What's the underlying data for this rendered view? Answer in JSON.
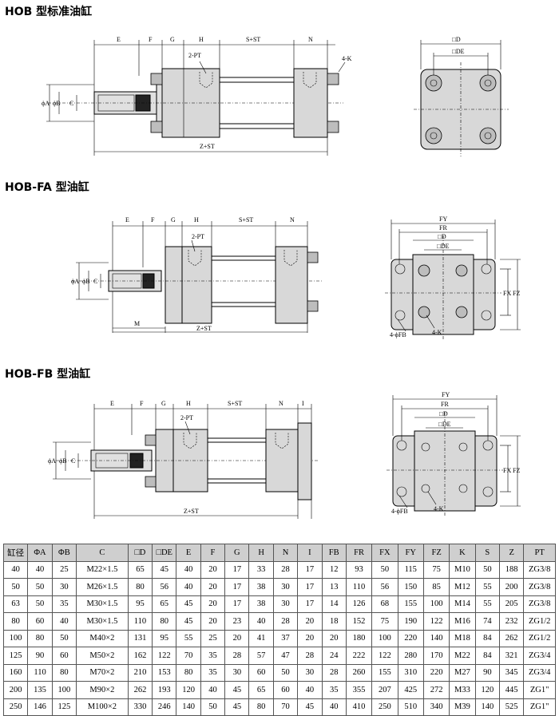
{
  "sections": [
    {
      "title": "HOB 型标准油缸",
      "side_labels": [
        "E",
        "F",
        "G",
        "H",
        "S+ST",
        "N",
        "2-PT",
        "4-K",
        "ϕA",
        "ϕB",
        "C",
        "Z+ST"
      ],
      "end_labels": [
        "□D",
        "□DE"
      ]
    },
    {
      "title": "HOB-FA 型油缸",
      "side_labels": [
        "E",
        "F",
        "G",
        "H",
        "S+ST",
        "N",
        "2-PT",
        "ϕA",
        "ϕB",
        "C",
        "M",
        "Z+ST"
      ],
      "end_labels": [
        "FY",
        "FR",
        "□D",
        "□DE",
        "FX",
        "FZ",
        "4-ϕFB",
        "4-K"
      ]
    },
    {
      "title": "HOB-FB 型油缸",
      "side_labels": [
        "E",
        "F",
        "G",
        "H",
        "S+ST",
        "N",
        "I",
        "2-PT",
        "ϕA",
        "ϕB",
        "C",
        "Z+ST"
      ],
      "end_labels": [
        "FY",
        "FR",
        "□D",
        "□DE",
        "FX",
        "FZ",
        "4-ϕFB",
        "4-K"
      ]
    }
  ],
  "table": {
    "headers": [
      "缸径",
      "ΦA",
      "ΦB",
      "C",
      "□D",
      "□DE",
      "E",
      "F",
      "G",
      "H",
      "N",
      "I",
      "FB",
      "FR",
      "FX",
      "FY",
      "FZ",
      "K",
      "S",
      "Z",
      "PT"
    ],
    "rows": [
      [
        "40",
        "40",
        "25",
        "M22×1.5",
        "65",
        "45",
        "40",
        "20",
        "17",
        "33",
        "28",
        "17",
        "12",
        "93",
        "50",
        "115",
        "75",
        "M10",
        "50",
        "188",
        "ZG3/8"
      ],
      [
        "50",
        "50",
        "30",
        "M26×1.5",
        "80",
        "56",
        "40",
        "20",
        "17",
        "38",
        "30",
        "17",
        "13",
        "110",
        "56",
        "150",
        "85",
        "M12",
        "55",
        "200",
        "ZG3/8"
      ],
      [
        "63",
        "50",
        "35",
        "M30×1.5",
        "95",
        "65",
        "45",
        "20",
        "17",
        "38",
        "30",
        "17",
        "14",
        "126",
        "68",
        "155",
        "100",
        "M14",
        "55",
        "205",
        "ZG3/8"
      ],
      [
        "80",
        "60",
        "40",
        "M30×1.5",
        "110",
        "80",
        "45",
        "20",
        "23",
        "40",
        "28",
        "20",
        "18",
        "152",
        "75",
        "190",
        "122",
        "M16",
        "74",
        "232",
        "ZG1/2"
      ],
      [
        "100",
        "80",
        "50",
        "M40×2",
        "131",
        "95",
        "55",
        "25",
        "20",
        "41",
        "37",
        "20",
        "20",
        "180",
        "100",
        "220",
        "140",
        "M18",
        "84",
        "262",
        "ZG1/2"
      ],
      [
        "125",
        "90",
        "60",
        "M50×2",
        "162",
        "122",
        "70",
        "35",
        "28",
        "57",
        "47",
        "28",
        "24",
        "222",
        "122",
        "280",
        "170",
        "M22",
        "84",
        "321",
        "ZG3/4"
      ],
      [
        "160",
        "110",
        "80",
        "M70×2",
        "210",
        "153",
        "80",
        "35",
        "30",
        "60",
        "50",
        "30",
        "28",
        "260",
        "155",
        "310",
        "220",
        "M27",
        "90",
        "345",
        "ZG3/4"
      ],
      [
        "200",
        "135",
        "100",
        "M90×2",
        "262",
        "193",
        "120",
        "40",
        "45",
        "65",
        "60",
        "40",
        "35",
        "355",
        "207",
        "425",
        "272",
        "M33",
        "120",
        "445",
        "ZG1\""
      ],
      [
        "250",
        "146",
        "125",
        "M100×2",
        "330",
        "246",
        "140",
        "50",
        "45",
        "80",
        "70",
        "45",
        "40",
        "410",
        "250",
        "510",
        "340",
        "M39",
        "140",
        "525",
        "ZG1\""
      ]
    ]
  }
}
